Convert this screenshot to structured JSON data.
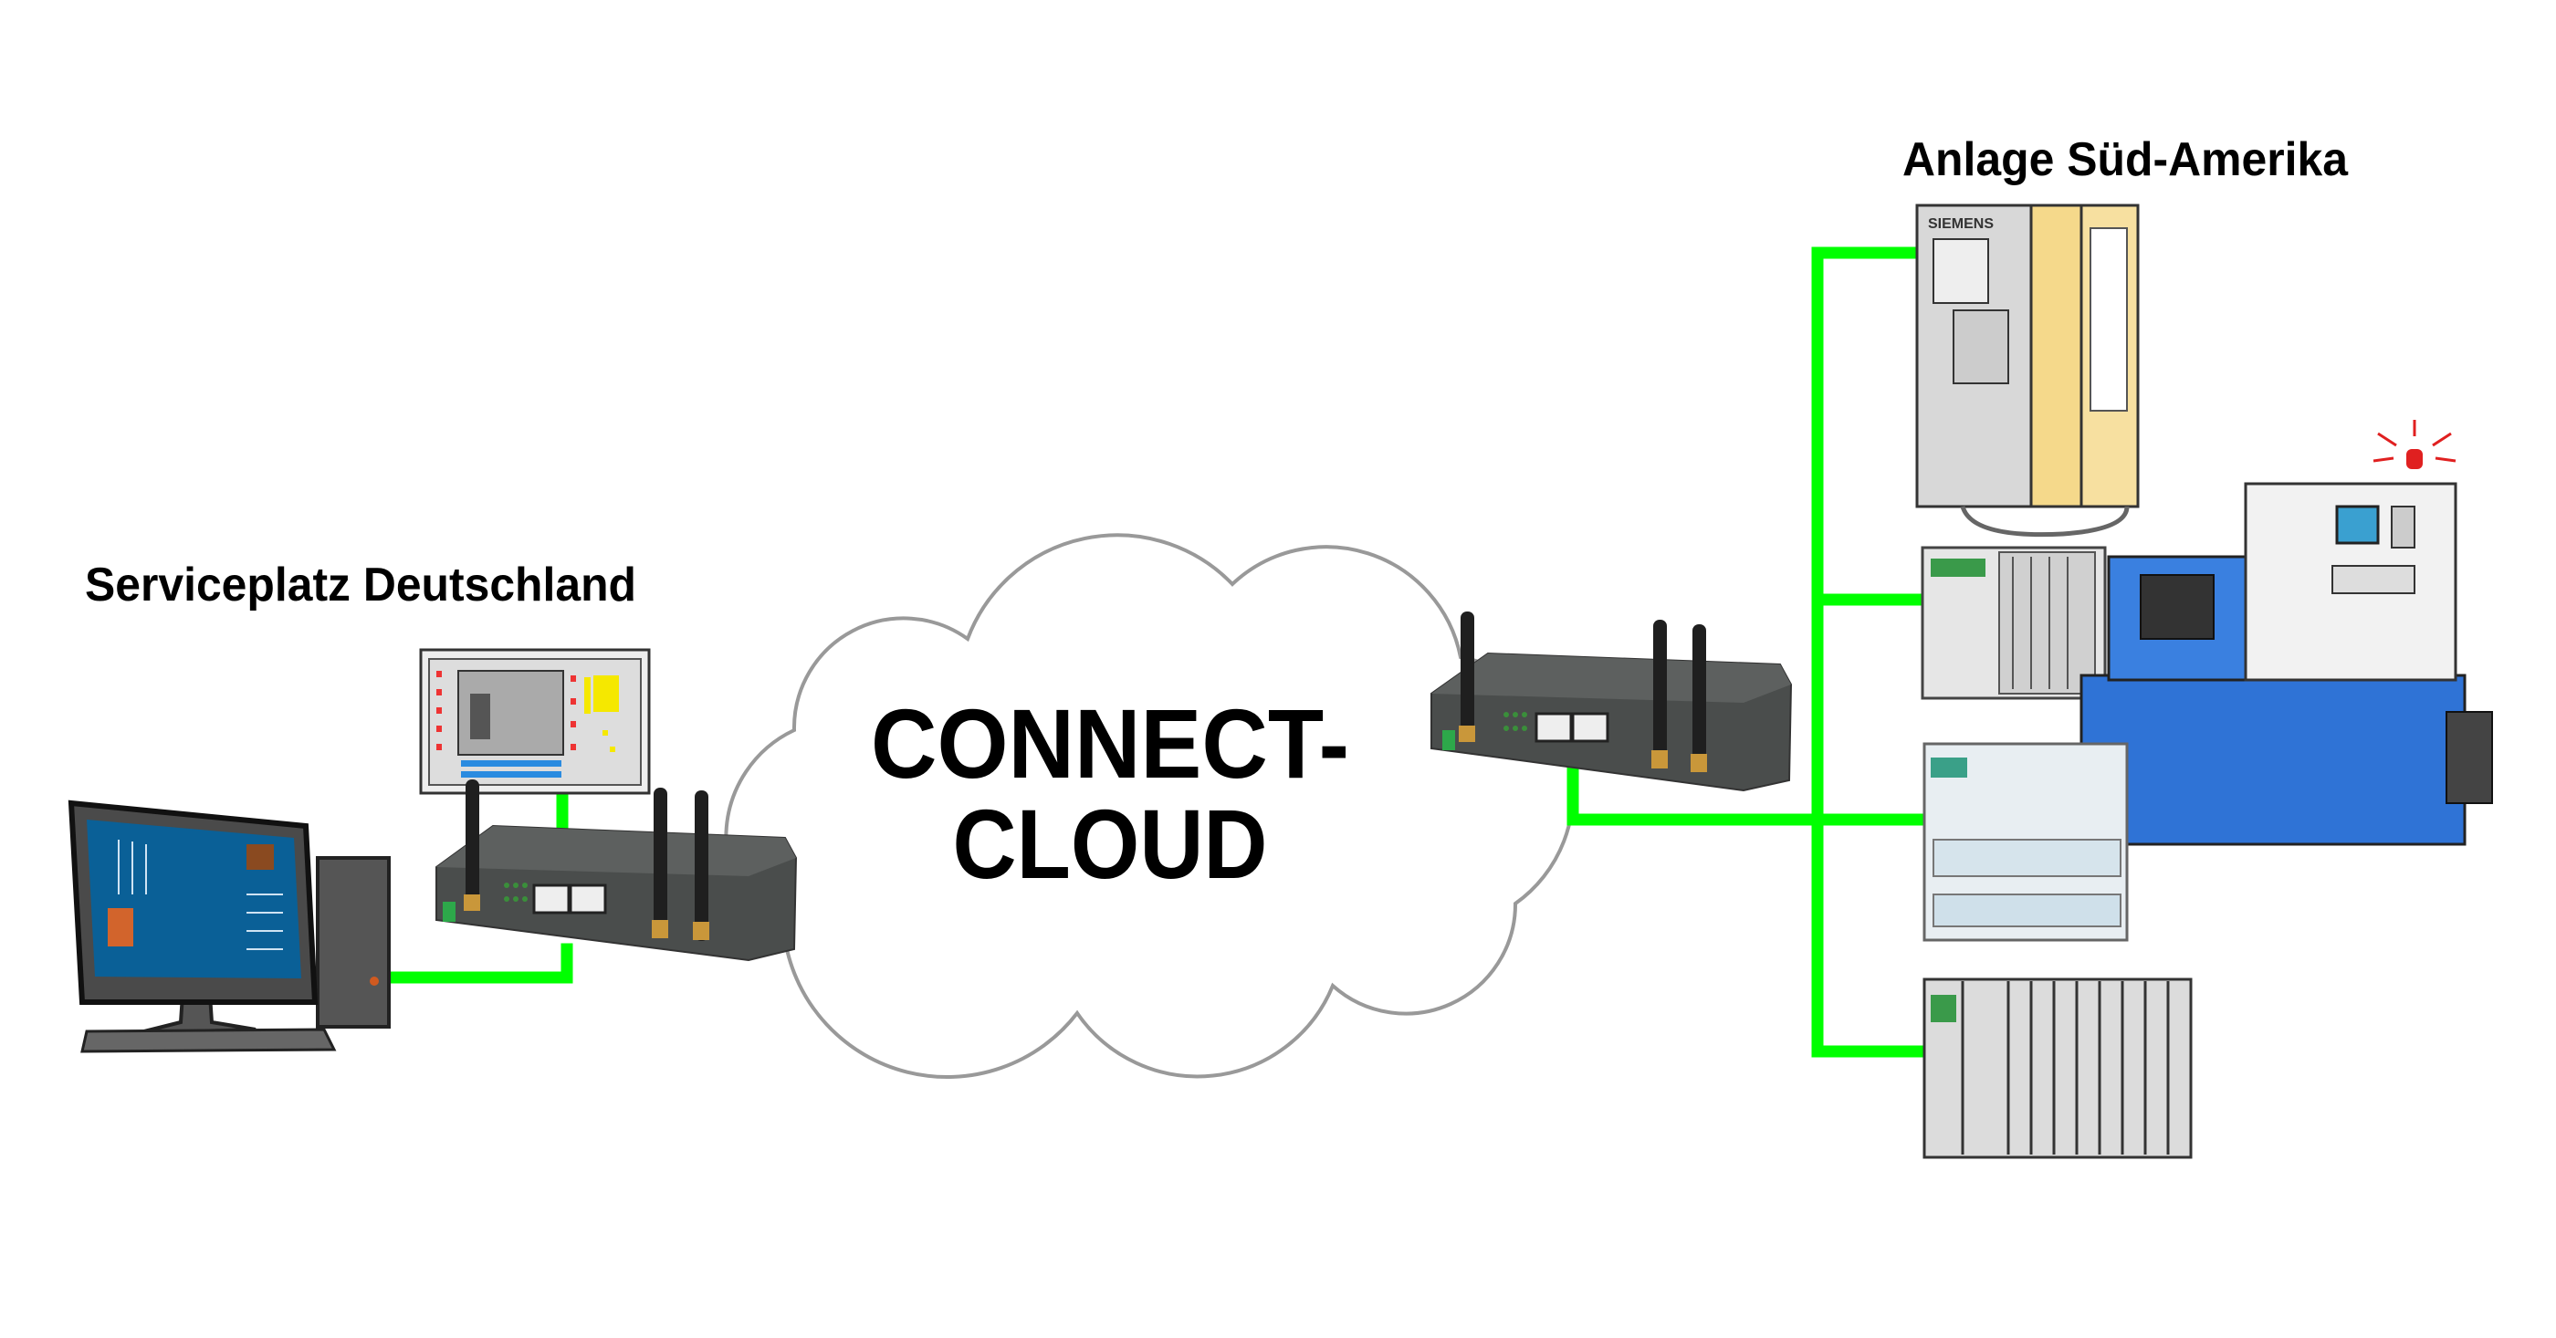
{
  "labels": {
    "site_right": "Anlage Süd-Amerika",
    "site_left": "Serviceplatz Deutschland",
    "cloud_line1": "CONNECT-",
    "cloud_line2": "CLOUD"
  },
  "devices": {
    "plc_brand": "SIEMENS"
  },
  "colors": {
    "link": "#00ff00",
    "cloud_stroke": "#999999",
    "router": "#4a4d4c",
    "screen": "#0a6097",
    "machine_blue": "#2f73d6"
  }
}
